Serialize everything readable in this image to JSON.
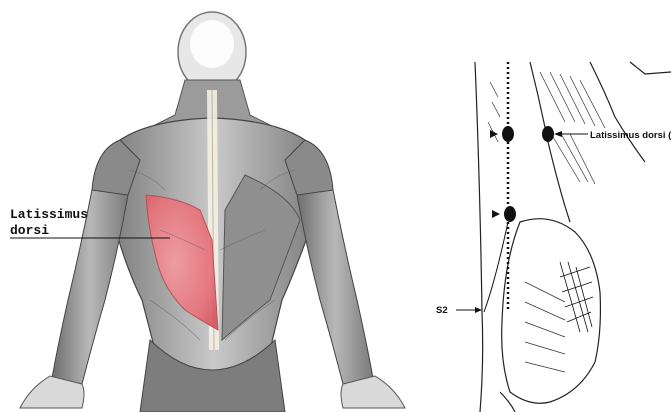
{
  "left_figure": {
    "label_line1": "Latissimus",
    "label_line2": "dorsi",
    "highlight_color": "#e8727a",
    "muscle_tone": "#8e8e8e"
  },
  "right_figure": {
    "label_ld": "Latissimus dorsi (LD)",
    "label_s2": "S2",
    "marker_color": "#111111"
  }
}
